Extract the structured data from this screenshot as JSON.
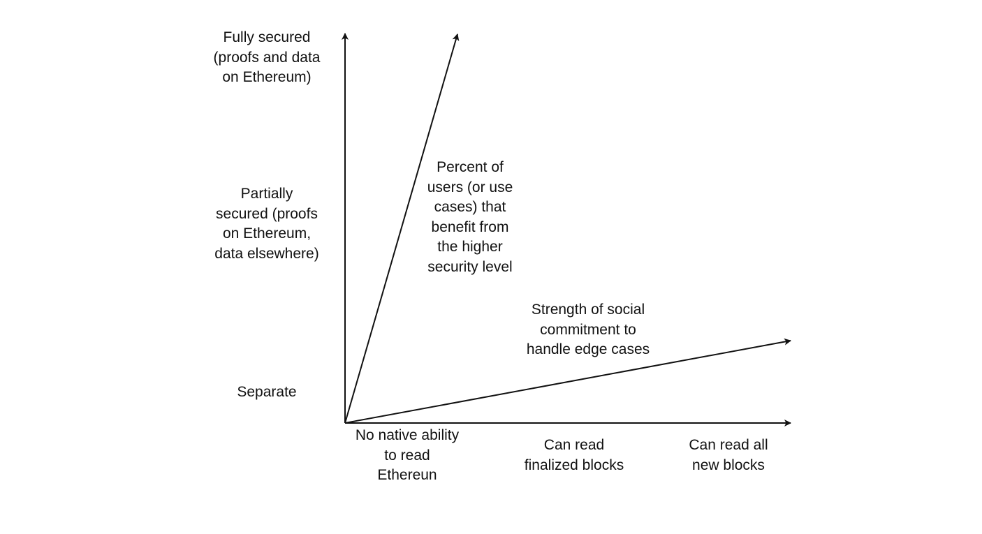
{
  "y_axis": {
    "fully_secured": "Fully secured\n(proofs and data\non Ethereum)",
    "partially_secured": "Partially\nsecured (proofs\non Ethereum,\ndata elsewhere)",
    "separate": "Separate"
  },
  "x_axis": {
    "no_native": "No native ability\nto read\nEthereun",
    "finalized": "Can read\nfinalized blocks",
    "all_new": "Can read all\nnew blocks"
  },
  "diagonal_axes": {
    "users_percent": "Percent of\nusers (or use\ncases) that\nbenefit from\nthe higher\nsecurity level",
    "social_commitment": "Strength of social\ncommitment to\nhandle edge cases"
  },
  "colors": {
    "line": "#111111",
    "background": "#ffffff"
  }
}
